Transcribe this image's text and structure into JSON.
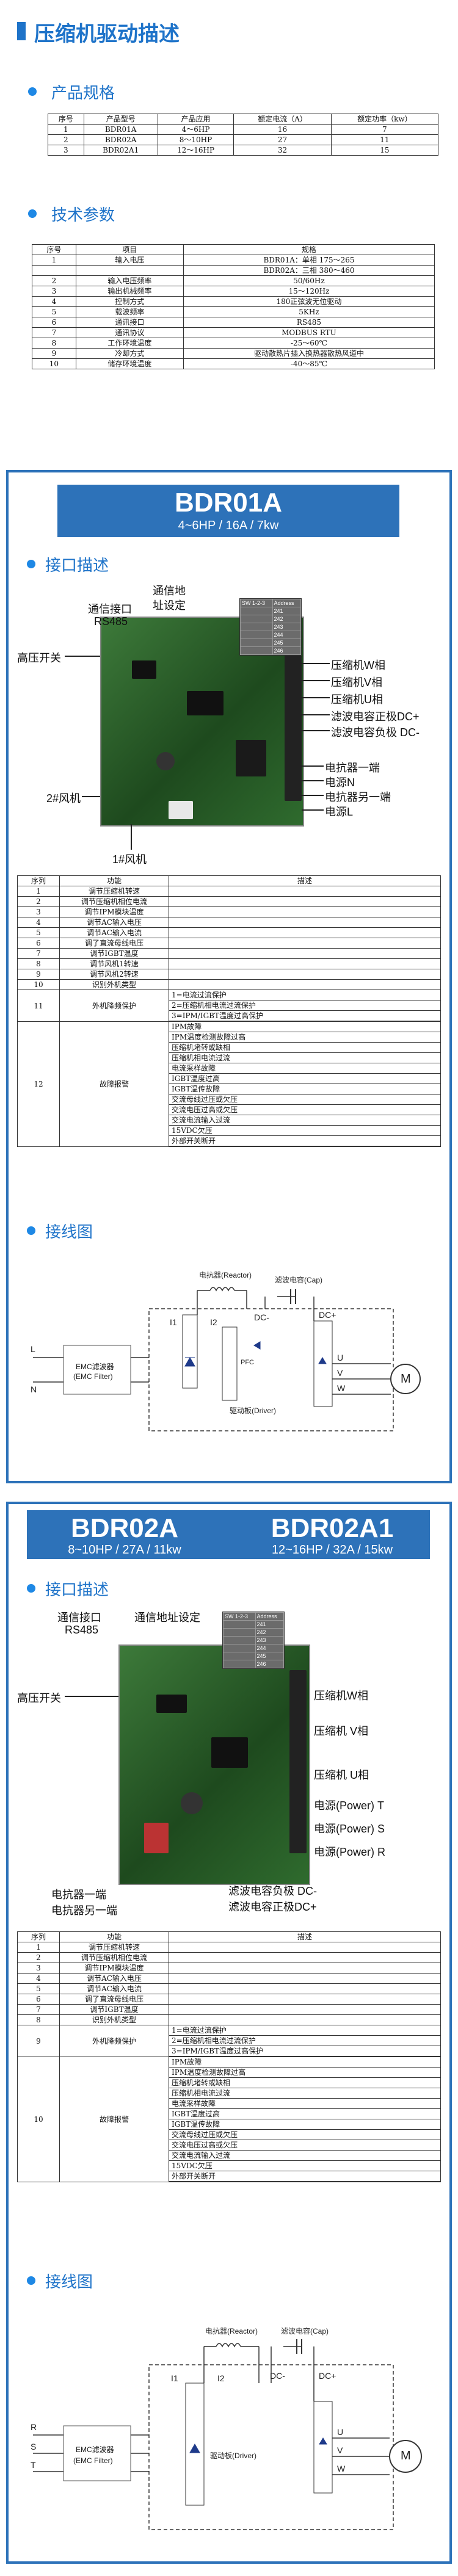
{
  "header": {
    "title": "压缩机驱动描述"
  },
  "spec": {
    "title": "产品规格",
    "columns": [
      "序号",
      "产品型号",
      "产品应用",
      "额定电流（A）",
      "额定功率（kw）"
    ],
    "rows": [
      [
        "1",
        "BDR01A",
        "4～6HP",
        "16",
        "7"
      ],
      [
        "2",
        "BDR02A",
        "8～10HP",
        "27",
        "11"
      ],
      [
        "3",
        "BDR02A1",
        "12～16HP",
        "32",
        "15"
      ]
    ]
  },
  "tech": {
    "title": "技术参数",
    "columns": [
      "序号",
      "项目",
      "规格"
    ],
    "rows": [
      [
        "1",
        "输入电压",
        "BDR01A：单相 175～265"
      ],
      [
        "",
        "",
        "BDR02A：三相 380～460"
      ],
      [
        "2",
        "输入电压频率",
        "50/60Hz"
      ],
      [
        "3",
        "输出机械频率",
        "15～120Hz"
      ],
      [
        "4",
        "控制方式",
        "180正弦波无位驱动"
      ],
      [
        "5",
        "载波频率",
        "5KHz"
      ],
      [
        "6",
        "通讯接口",
        "RS485"
      ],
      [
        "7",
        "通讯协议",
        "MODBUS RTU"
      ],
      [
        "8",
        "工作环境温度",
        "-25～60℃"
      ],
      [
        "9",
        "冷却方式",
        "驱动散热片插入换热器散热风道中"
      ],
      [
        "10",
        "储存环境温度",
        "-40～85℃"
      ]
    ]
  },
  "bdr01": {
    "model": "BDR01A",
    "sub": "4~6HP / 16A / 7kw",
    "iface_title": "接口描述",
    "dip_header": [
      "SW 1-2-3",
      "Address"
    ],
    "dip_rows": [
      [
        "",
        "241"
      ],
      [
        "",
        "242"
      ],
      [
        "",
        "243"
      ],
      [
        "",
        "244"
      ],
      [
        "",
        "245"
      ],
      [
        "",
        "246"
      ]
    ],
    "labels": {
      "comm": "通信接口",
      "rs485": "RS485",
      "addr1": "通信地",
      "addr2": "址设定",
      "hv": "高压开关",
      "fan2": "2#风机",
      "fan1": "1#风机",
      "w": "压缩机W相",
      "v": "压缩机V相",
      "u": "压缩机U相",
      "dcp": "滤波电容正极DC+",
      "dcn": "滤波电容负极 DC-",
      "r1": "电抗器一端",
      "n": "电源N",
      "r2": "电抗器另一端",
      "l": "电源L"
    },
    "table_cols": [
      "序列",
      "功能",
      "描述"
    ],
    "funcs": [
      [
        "1",
        "调节压缩机转速",
        ""
      ],
      [
        "2",
        "调节压缩机相位电流",
        ""
      ],
      [
        "3",
        "调节IPM模块温度",
        ""
      ],
      [
        "4",
        "调节AC输入电压",
        ""
      ],
      [
        "5",
        "调节AC输入电流",
        ""
      ],
      [
        "6",
        "调了直流母线电压",
        ""
      ],
      [
        "7",
        "调节IGBT温度",
        ""
      ],
      [
        "8",
        "调节风机1转速",
        ""
      ],
      [
        "9",
        "调节风机2转速",
        ""
      ],
      [
        "10",
        "识别外机类型",
        ""
      ]
    ],
    "prot_no": "11",
    "prot_name": "外机降频保护",
    "prot_items": [
      "1=电流过流保护",
      "2=压缩机相电流过流保护",
      "3=IPM/IGBT温度过高保护"
    ],
    "fault_no": "12",
    "fault_name": "故障报警",
    "fault_items": [
      "IPM故障",
      "IPM温度检测故障过高",
      "压缩机堵转或缺相",
      "压缩机相电流过流",
      "电流采样故障",
      "IGBT温度过高",
      "IGBT温传故障",
      "交流母线过压或欠压",
      "交流电压过高或欠压",
      "交流电流输入过流",
      "15VDC欠压",
      "外部开关断开"
    ],
    "wiring_title": "接线图"
  },
  "bdr02": {
    "model_a": "BDR02A",
    "sub_a": "8~10HP / 27A / 11kw",
    "model_b": "BDR02A1",
    "sub_b": "12~16HP / 32A / 15kw",
    "iface_title": "接口描述",
    "dip_header": [
      "SW 1-2-3",
      "Address"
    ],
    "dip_rows": [
      [
        "",
        "241"
      ],
      [
        "",
        "242"
      ],
      [
        "",
        "243"
      ],
      [
        "",
        "244"
      ],
      [
        "",
        "245"
      ],
      [
        "",
        "246"
      ]
    ],
    "labels": {
      "comm": "通信接口",
      "rs485": "RS485",
      "addr": "通信地址设定",
      "hv": "高压开关",
      "w": "压缩机W相",
      "v": "压缩机 V相",
      "u": "压缩机 U相",
      "pt": "电源(Power) T",
      "ps": "电源(Power) S",
      "pr": "电源(Power) R",
      "dcn": "滤波电容负极 DC-",
      "dcp": "滤波电容正极DC+",
      "r1": "电抗器一端",
      "r2": "电抗器另一端"
    },
    "table_cols": [
      "序列",
      "功能",
      "描述"
    ],
    "funcs": [
      [
        "1",
        "调节压缩机转速",
        ""
      ],
      [
        "2",
        "调节压缩机相位电流",
        ""
      ],
      [
        "3",
        "调节IPM模块温度",
        ""
      ],
      [
        "4",
        "调节AC输入电压",
        ""
      ],
      [
        "5",
        "调节AC输入电流",
        ""
      ],
      [
        "6",
        "调了直流母线电压",
        ""
      ],
      [
        "7",
        "调节IGBT温度",
        ""
      ],
      [
        "8",
        "识别外机类型",
        ""
      ]
    ],
    "prot_no": "9",
    "prot_name": "外机降频保护",
    "prot_items": [
      "1=电流过流保护",
      "2=压缩机相电流过流保护",
      "3=IPM/IGBT温度过高保护"
    ],
    "fault_no": "10",
    "fault_name": "故障报警",
    "fault_items": [
      "IPM故障",
      "IPM温度检测故障过高",
      "压缩机堵转或缺相",
      "压缩机相电流过流",
      "电流采样故障",
      "IGBT温度过高",
      "IGBT温传故障",
      "交流母线过压或欠压",
      "交流电压过高或欠压",
      "交流电流输入过流",
      "15VDC欠压",
      "外部开关断开"
    ],
    "wiring_title": "接线图"
  },
  "wiring1": {
    "reactor": "电抗器(Reactor)",
    "cap": "滤波电容(Cap)",
    "emc1": "EMC滤波器",
    "emc2": "(EMC Filter)",
    "in1": "L",
    "in2": "N",
    "i1": "I1",
    "i2": "I2",
    "dcn": "DC-",
    "dcp": "DC+",
    "driver": "驱动板(Driver)",
    "pfc": "PFC",
    "u": "U",
    "v": "V",
    "w": "W",
    "m": "M"
  },
  "wiring2": {
    "reactor": "电抗器(Reactor)",
    "cap": "滤波电容(Cap)",
    "emc1": "EMC滤波器",
    "emc2": "(EMC Filter)",
    "in1": "R",
    "in2": "S",
    "in3": "T",
    "i1": "I1",
    "i2": "I2",
    "dcn": "DC-",
    "dcp": "DC+",
    "driver": "驱动板(Driver)",
    "u": "U",
    "v": "V",
    "w": "W",
    "m": "M"
  }
}
